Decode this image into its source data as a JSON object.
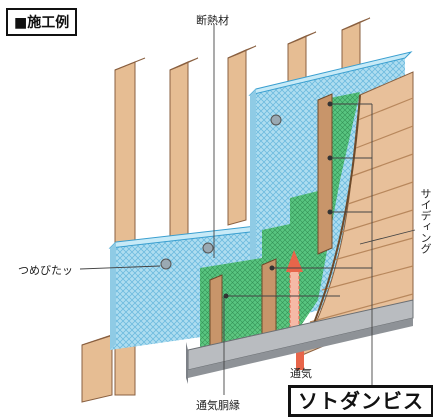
{
  "title": "■施工例",
  "labels": {
    "insulation": "断熱材",
    "siding": "サイディング",
    "tsumebi": "つめびたッ",
    "airflow": "通気",
    "vent_strip": "通気胴縁",
    "product": "ソトダンビス"
  },
  "colors": {
    "wood": "#dcae83",
    "wood_dark": "#b8875c",
    "insulation": "#aeddf0",
    "mesh": "#4bbf6c",
    "siding": "#e8c09a",
    "arrow": "#e8654a"
  }
}
